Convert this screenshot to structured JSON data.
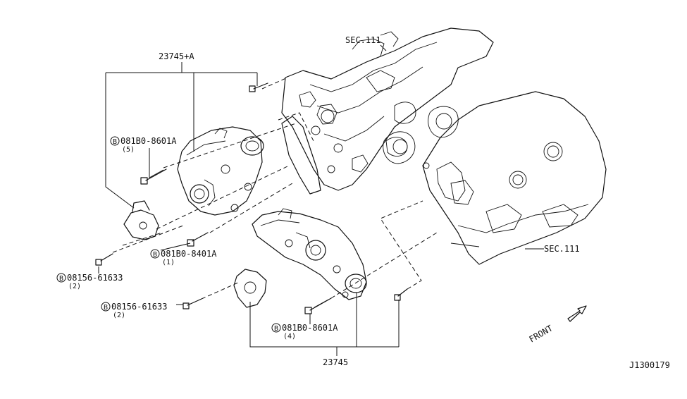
{
  "labels": {
    "top_assembly": "23745+A",
    "bottom_assembly": "23745",
    "sec_top": "SEC.111",
    "sec_right": "SEC.111",
    "front": "FRONT",
    "diagram_id": "J1300179"
  },
  "bolt_prefix": "B",
  "callouts": [
    {
      "part": "081B0-8601A",
      "qty": "(5)"
    },
    {
      "part": "081B0-8401A",
      "qty": "(1)"
    },
    {
      "part": "08156-61633",
      "qty": "(2)"
    },
    {
      "part": "08156-61633",
      "qty": "(2)"
    },
    {
      "part": "081B0-8601A",
      "qty": "(4)"
    }
  ]
}
